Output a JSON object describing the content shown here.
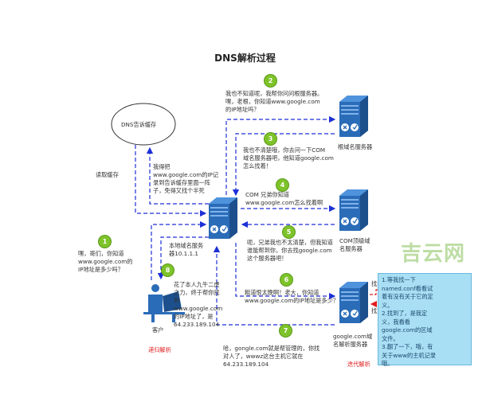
{
  "title": "DNS解析过程",
  "nodes": {
    "cache": "DNS告诉缓存",
    "root": "根域名服务器",
    "com": "COM顶级域\n名服务器",
    "local": "本地域名服务\n器10.1.1.1",
    "google": "google.com域\n名解析服务器",
    "client": "客户"
  },
  "labels": {
    "read_cache": "读取缓存",
    "write_cache": "我得把\nwww.google.com的IP记\n录到告诉缓存里面一阵\n子，免得又找个半死",
    "step1": "嘿，哥们，你知道\nwww.google.com的\nIP地址是多少吗？",
    "step2": "我也不知道呢，我帮你问问根服务器。\n嘿，老根，你知道www.google.com\n的IP地址吗？",
    "step3": "我也不清楚哦，你去问一下COM\n域名服务器吧，他知道google.com\n怎么找着！",
    "step4": "COM 兄弟你知道\nwww.google.com怎么找着啊",
    "step5": "呃，兄弟我也不太清楚，但我知道\n谁能帮到你，你去找google.com\n这个服务器吧！",
    "step6": "粗道恨太晚啊！老大，你知道\nwww.google.com的IP地址是多少？",
    "step7": "哈，gongle.com就是帮管理的，你找\n对人了，wwwz这台主机它就在\n64.233.189.104",
    "step8": "花了本人九牛二虎\n之力，终于帮你找\n到\nwww.google.com\n的IP地址了，是\n64.233.189.104",
    "find1": "找找看",
    "find2": "找到了",
    "recursive": "递归解析",
    "iterative": "迭代解析",
    "note": "1.等我找一下\nnamed.conf看看试\n着有没有关于它的定\n义。\n2.找到了，是我定\n义，我看看\ngoogle.com的区域\n文件。\n3.翻了一下，哦，有\n关于www的主机记录\n哦。",
    "watermark": "吉云网"
  },
  "steps": [
    "1",
    "2",
    "3",
    "4",
    "5",
    "6",
    "7",
    "8"
  ],
  "colors": {
    "arrow": "#1d2fd6",
    "red": "#e01d1d",
    "green": "#7ec32a",
    "server": "#2b6cb8"
  }
}
